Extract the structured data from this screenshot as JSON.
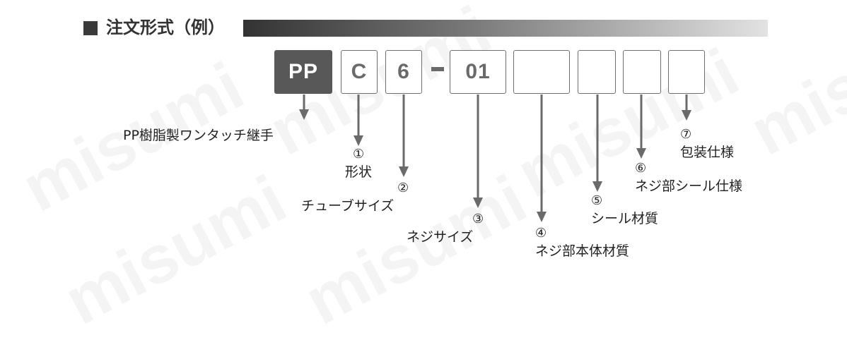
{
  "title": "注文形式（例）",
  "watermark_text": "misumi",
  "code_boxes": [
    {
      "text": "PP",
      "filled": true
    },
    {
      "text": "C",
      "filled": false
    },
    {
      "text": "6",
      "filled": false
    },
    {
      "text": "01",
      "filled": false
    },
    {
      "text": "",
      "filled": false
    },
    {
      "text": "",
      "filled": false
    },
    {
      "text": "",
      "filled": false
    }
  ],
  "separator": "-",
  "labels": {
    "product": "PP樹脂製ワンタッチ継手",
    "n1": "①",
    "l1": "形状",
    "n2": "②",
    "l2": "チューブサイズ",
    "n3": "③",
    "l3": "ネジサイズ",
    "n4": "④",
    "l4": "ネジ部本体材質",
    "n5": "⑤",
    "l5": "シール材質",
    "n6": "⑥",
    "l6": "ネジ部シール仕様",
    "n7": "⑦",
    "l7": "包装仕様"
  },
  "colors": {
    "box_fill": "#585858",
    "box_border": "#6f6f6f",
    "arrow": "#6a6a6a"
  }
}
